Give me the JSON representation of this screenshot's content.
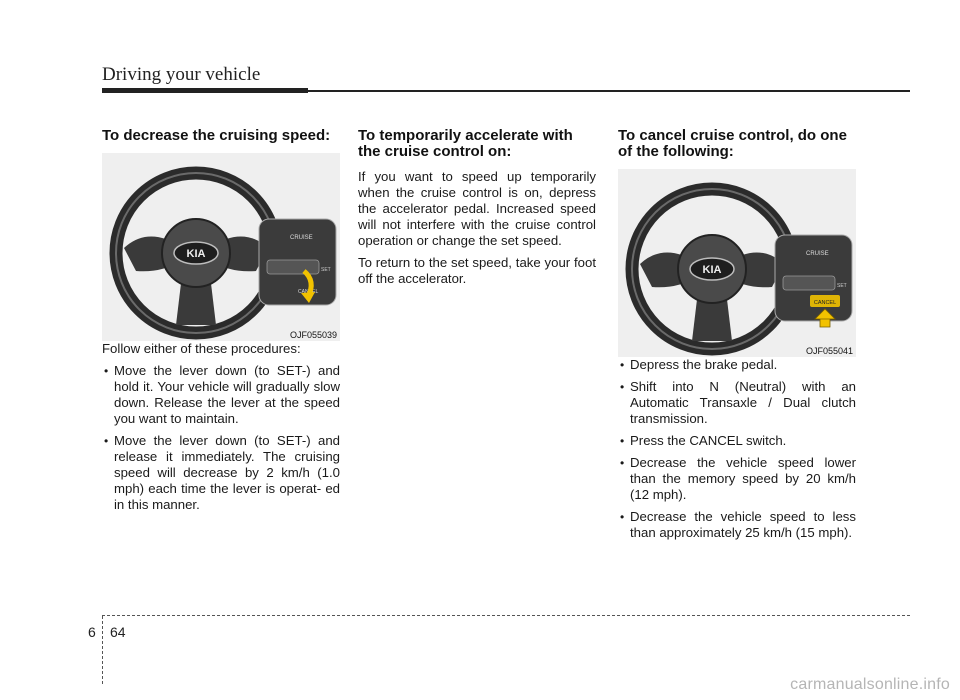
{
  "header": {
    "title": "Driving your vehicle"
  },
  "sections": {
    "decrease": {
      "heading": "To decrease the cruising speed:",
      "figure": {
        "code": "OJF055039",
        "cruise_label": "CRUISE",
        "cancel_label": "CANCEL",
        "set_label": "SET",
        "logo": "KIA"
      },
      "intro": "Follow either of these procedures:",
      "bullets": [
        "Move the lever down (to SET-) and hold it. Your vehicle will gradually slow down. Release the lever at the speed you want to maintain.",
        "Move the lever down (to SET-) and release it immediately. The cruising speed will decrease by 2 km/h (1.0 mph) each time the lever is operat- ed in this manner."
      ]
    },
    "accelerate": {
      "heading": "To temporarily accelerate with the cruise control on:",
      "paragraphs": [
        "If you want to speed up temporarily when the cruise control is on, depress the accelerator pedal. Increased speed will not interfere with the cruise control operation or change the set speed.",
        "To return to the set speed, take your foot off the accelerator."
      ]
    },
    "cancel": {
      "heading": "To cancel cruise control, do one of the following:",
      "figure": {
        "code": "OJF055041",
        "cruise_label": "CRUISE",
        "cancel_label": "CANCEL",
        "set_label": "SET",
        "logo": "KIA"
      },
      "bullets": [
        "Depress the brake pedal.",
        "Shift into N (Neutral) with an Automatic Transaxle / Dual clutch transmission.",
        "Press the CANCEL switch.",
        "Decrease the vehicle speed lower than the memory speed by 20 km/h (12 mph).",
        "Decrease the vehicle speed to less than approximately 25 km/h (15 mph)."
      ]
    }
  },
  "footer": {
    "chapter": "6",
    "page": "64"
  },
  "watermark": "carmanualsonline.info",
  "colors": {
    "figure_bg": "#efefef",
    "highlight": "#f2c200",
    "text": "#1a1a1a"
  }
}
